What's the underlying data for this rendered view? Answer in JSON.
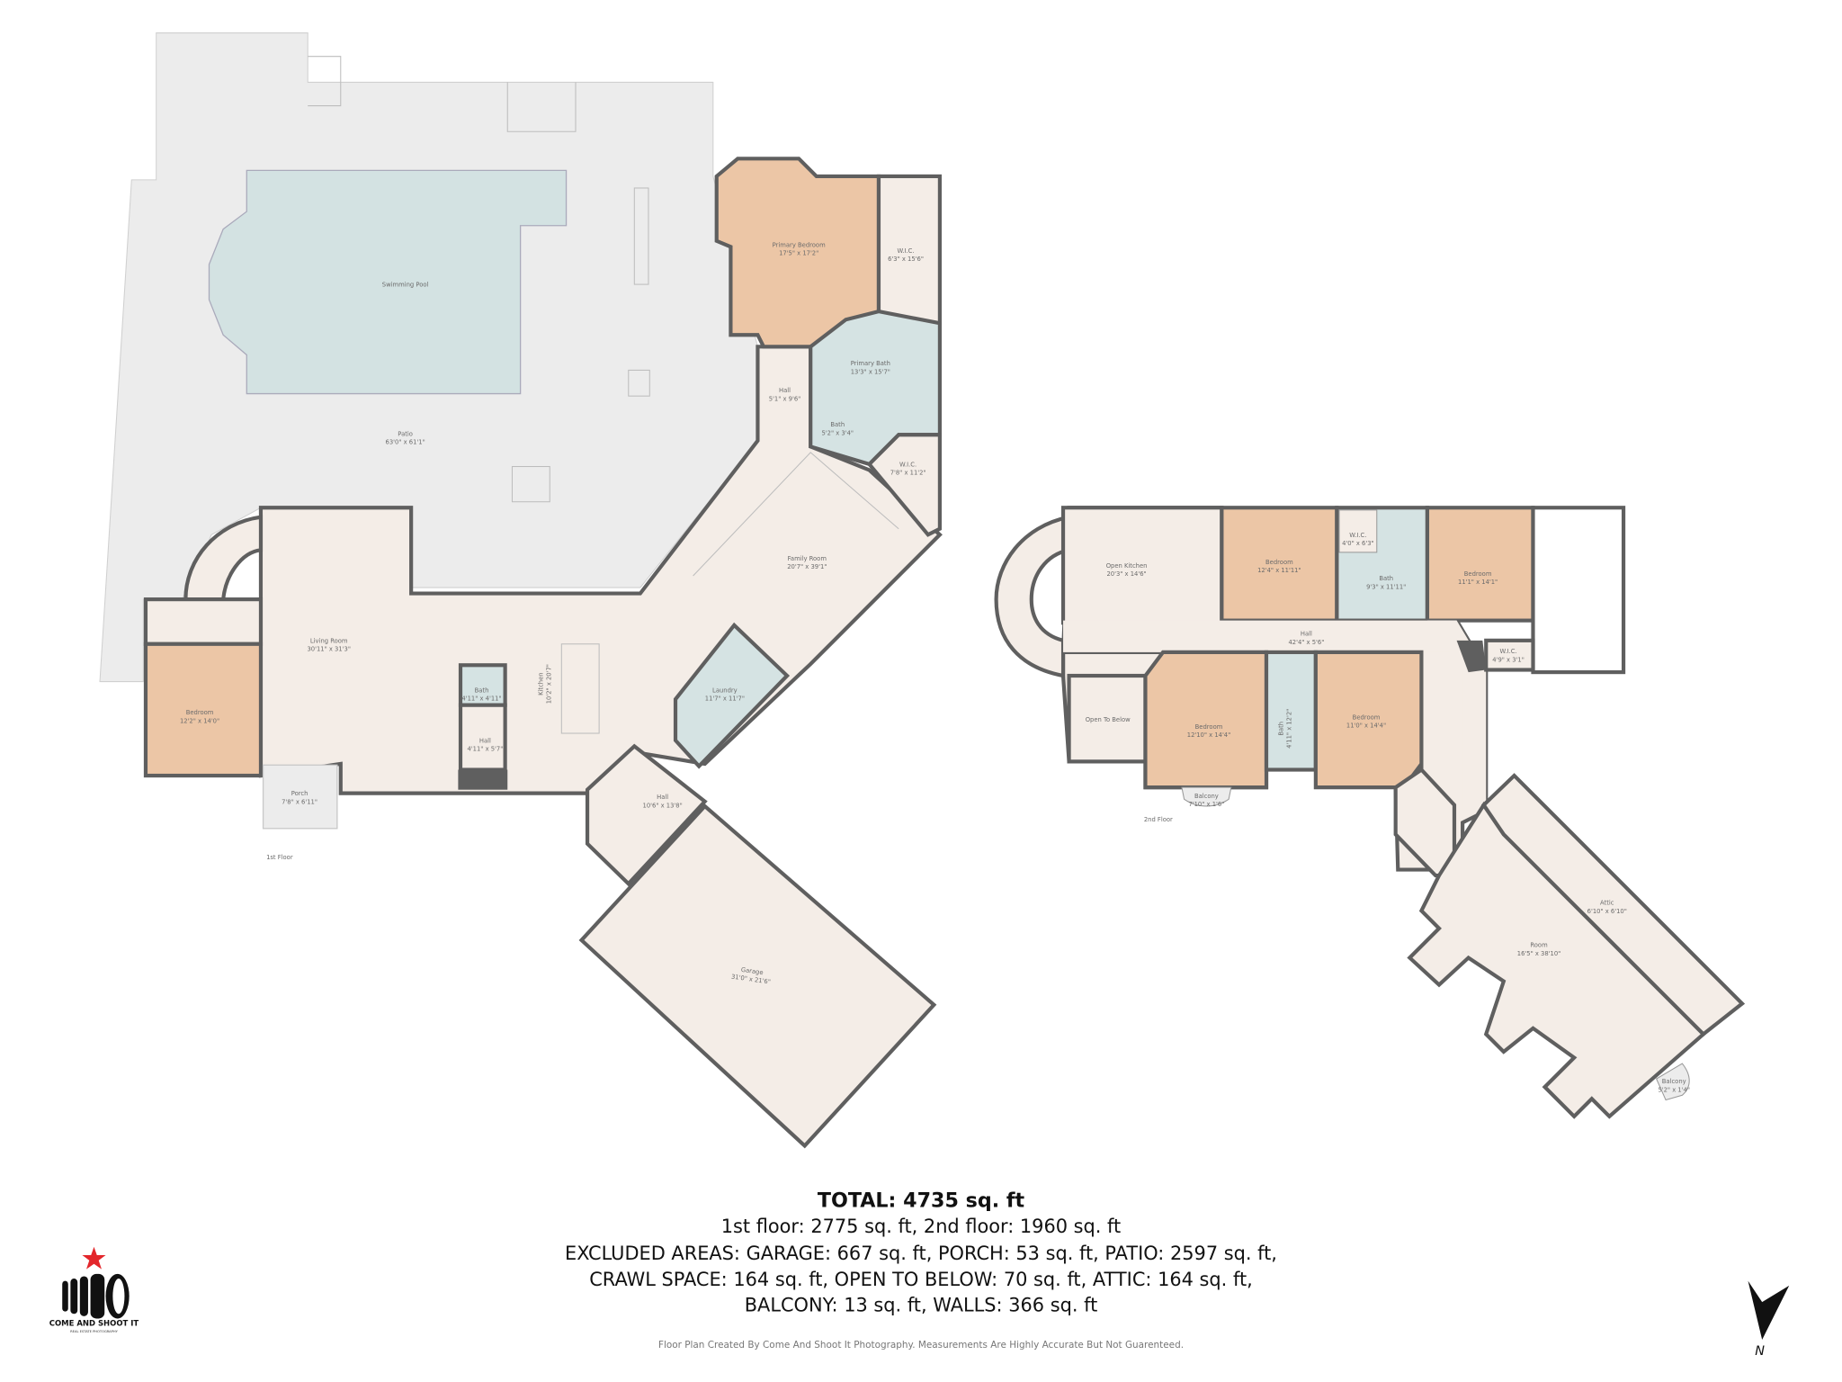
{
  "colors": {
    "bedroom": "#ecc6a6",
    "wet_room": "#d5e3e3",
    "interior": "#f4ede7",
    "exterior": "#ececec",
    "pool": "#d3e2e2",
    "wall": "#5f5f5f"
  },
  "first_floor": {
    "label": "1st Floor",
    "rooms": [
      {
        "name": "Swimming Pool",
        "dims": ""
      },
      {
        "name": "Patio",
        "dims": "63'0\" x 61'1\""
      },
      {
        "name": "Primary Bedroom",
        "dims": "17'5\" x 17'2\""
      },
      {
        "name": "W.I.C.",
        "dims": "6'3\" x 15'6\""
      },
      {
        "name": "Primary Bath",
        "dims": "13'3\" x 15'7\""
      },
      {
        "name": "Hall",
        "dims": "5'1\" x 9'6\""
      },
      {
        "name": "Bath",
        "dims": "5'2\" x 3'4\""
      },
      {
        "name": "W.I.C.",
        "dims": "7'8\" x 11'2\""
      },
      {
        "name": "Family Room",
        "dims": "20'7\" x 39'1\""
      },
      {
        "name": "Living Room",
        "dims": "30'11\" x 31'3\""
      },
      {
        "name": "Bedroom",
        "dims": "12'2\" x 14'0\""
      },
      {
        "name": "Bath",
        "dims": "4'11\" x 4'11\""
      },
      {
        "name": "Kitchen",
        "dims": "10'2\" x 20'7\""
      },
      {
        "name": "Hall",
        "dims": "4'11\" x 5'7\""
      },
      {
        "name": "Laundry",
        "dims": "11'7\" x 11'7\""
      },
      {
        "name": "Porch",
        "dims": "7'8\" x 6'11\""
      },
      {
        "name": "Hall",
        "dims": "10'6\" x 13'8\""
      },
      {
        "name": "Garage",
        "dims": "31'0\" x 21'6\""
      }
    ]
  },
  "second_floor": {
    "label": "2nd Floor",
    "rooms": [
      {
        "name": "Open Kitchen",
        "dims": "20'3\" x 14'6\""
      },
      {
        "name": "Bedroom",
        "dims": "12'4\" x 11'11\""
      },
      {
        "name": "W.I.C.",
        "dims": "4'0\" x 6'3\""
      },
      {
        "name": "Bath",
        "dims": "9'3\" x 11'11\""
      },
      {
        "name": "Bedroom",
        "dims": "11'1\" x 14'1\""
      },
      {
        "name": "Hall",
        "dims": "42'4\" x 5'6\""
      },
      {
        "name": "W.I.C.",
        "dims": "4'9\" x 3'1\""
      },
      {
        "name": "Open To Below",
        "dims": ""
      },
      {
        "name": "Bedroom",
        "dims": "12'10\" x 14'4\""
      },
      {
        "name": "Bath",
        "dims": "4'11\" x 12'2\""
      },
      {
        "name": "Bedroom",
        "dims": "11'0\" x 14'4\""
      },
      {
        "name": "Balcony",
        "dims": "7'10\" x 1'6\""
      },
      {
        "name": "Room",
        "dims": "16'5\" x 38'10\""
      },
      {
        "name": "Attic",
        "dims": "6'10\" x 6'10\""
      },
      {
        "name": "Balcony",
        "dims": "5'2\" x 1'4\""
      }
    ]
  },
  "summary": {
    "total": "TOTAL: 4735 sq. ft",
    "floors": "1st floor: 2775 sq. ft, 2nd floor: 1960 sq. ft",
    "excluded_1": "EXCLUDED AREAS: GARAGE: 667 sq. ft, PORCH: 53 sq. ft, PATIO: 2597 sq. ft,",
    "excluded_2": "CRAWL SPACE: 164 sq. ft, OPEN TO BELOW: 70 sq. ft, ATTIC: 164 sq. ft,",
    "excluded_3": "BALCONY: 13 sq. ft, WALLS: 366 sq. ft"
  },
  "footer_note": "Floor Plan Created By Come And Shoot It Photography. Measurements Are Highly Accurate But Not Guarenteed.",
  "logo": {
    "name": "COME AND SHOOT IT",
    "tagline": "REAL ESTATE PHOTOGRAPHY",
    "star_color": "#e3262b"
  },
  "compass": {
    "label": "N",
    "icon": "north-arrow-icon"
  }
}
